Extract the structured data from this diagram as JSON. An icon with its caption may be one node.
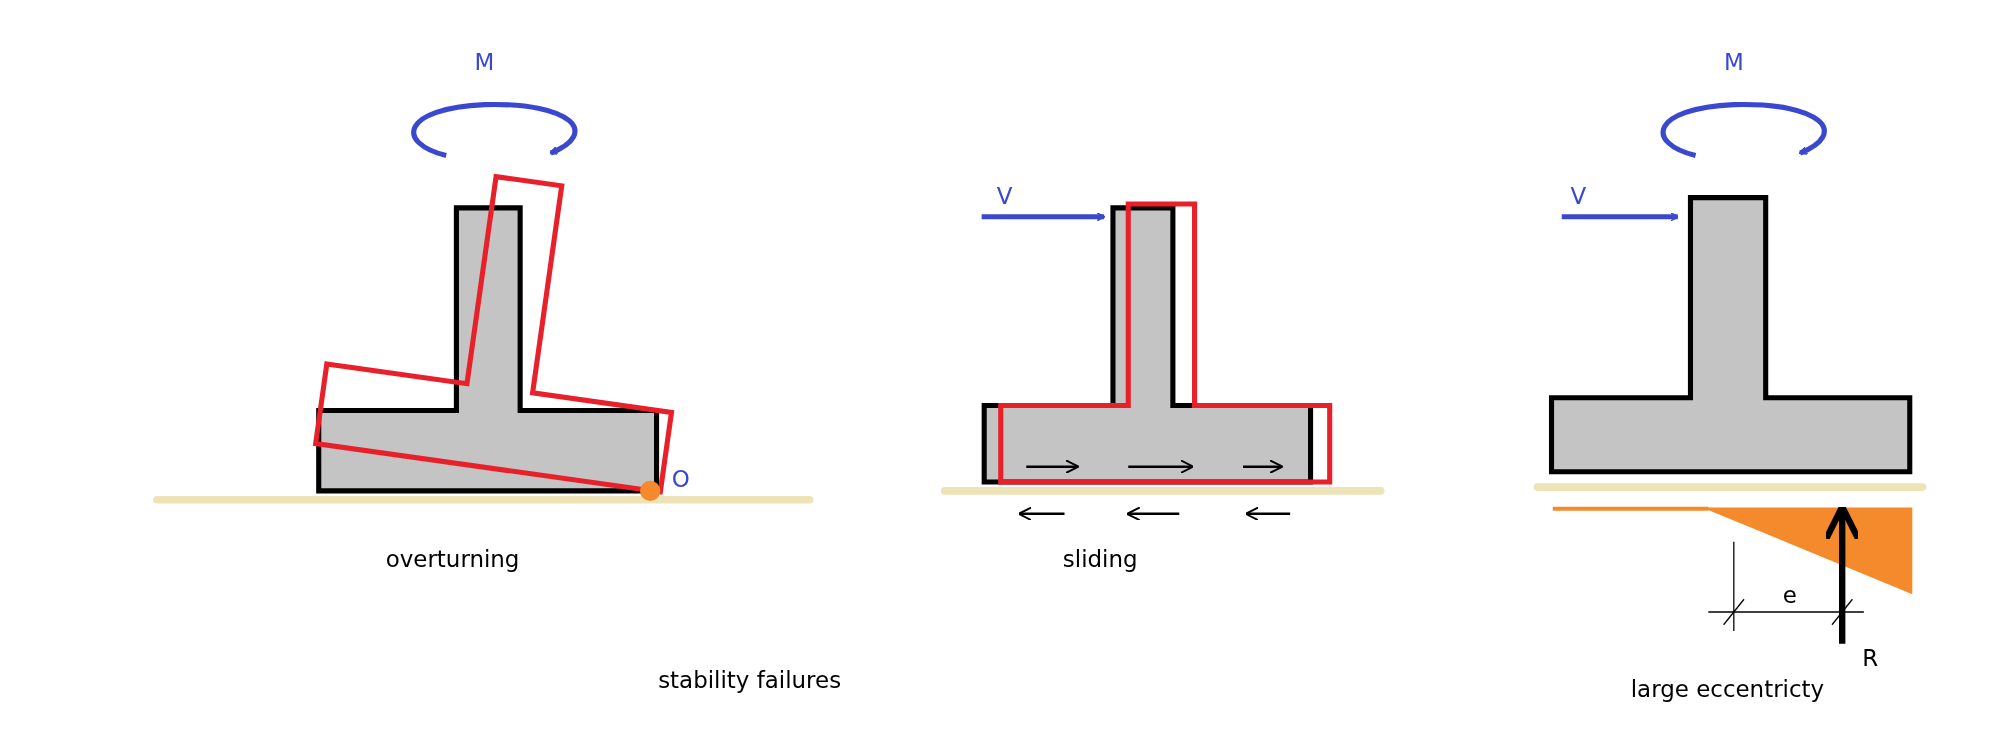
{
  "diagram": {
    "caption": "stability failures",
    "labels": [
      "M",
      "O",
      "overturning",
      "V",
      "sliding",
      "M",
      "V",
      "e",
      "R",
      "large eccentricty"
    ]
  }
}
